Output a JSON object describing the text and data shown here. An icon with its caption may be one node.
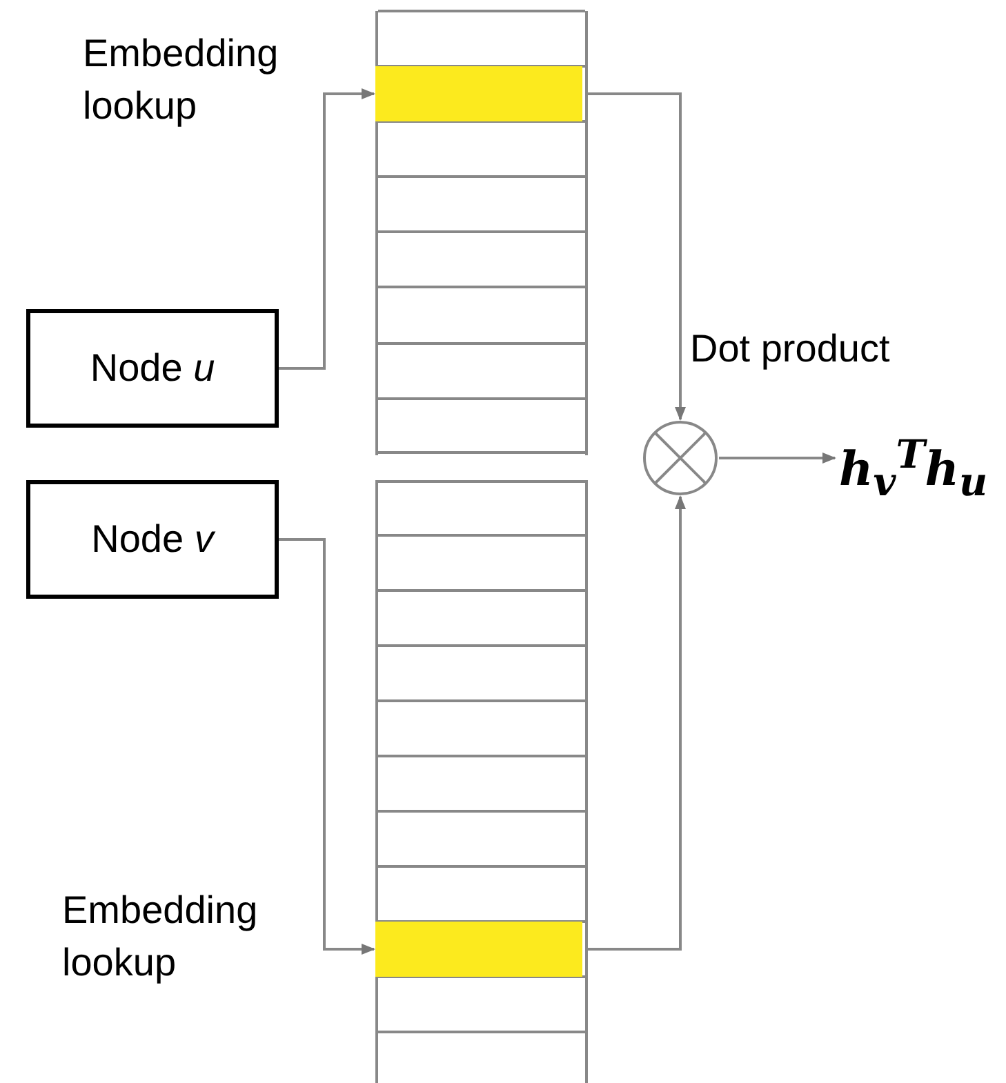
{
  "diagram": {
    "nodes": [
      {
        "text": [],
        "shape": "box"
      },
      {
        "text": [],
        "shape": "bar",
        "in": 0
      },
      {
        "text": [],
        "shape": "box"
      },
      {
        "text": [],
        "shape": "bar",
        "in": 2
      },
      {
        "text": [
          "Node *u*"
        ]
      },
      {
        "text": [
          "Node *v*"
        ]
      },
      {
        "text": [],
        "shape": "circle"
      },
      {
        "text": [
          "h$_{v}$$^{T}$h$_{u}$"
        ]
      }
    ],
    "edges": [
      {
        "from": 4,
        "to": 1,
        "arrow": "to",
        "label": "Embedding lookup"
      },
      {
        "from": 5,
        "to": 3,
        "arrow": "to",
        "label": "Embedding lookup"
      },
      {
        "from": 1,
        "to": 6,
        "arrow": "to",
        "label": "Dot product"
      },
      {
        "from": 3,
        "to": 6,
        "arrow": "to"
      },
      {
        "from": 6,
        "to": 7,
        "arrow": "to"
      }
    ]
  }
}
